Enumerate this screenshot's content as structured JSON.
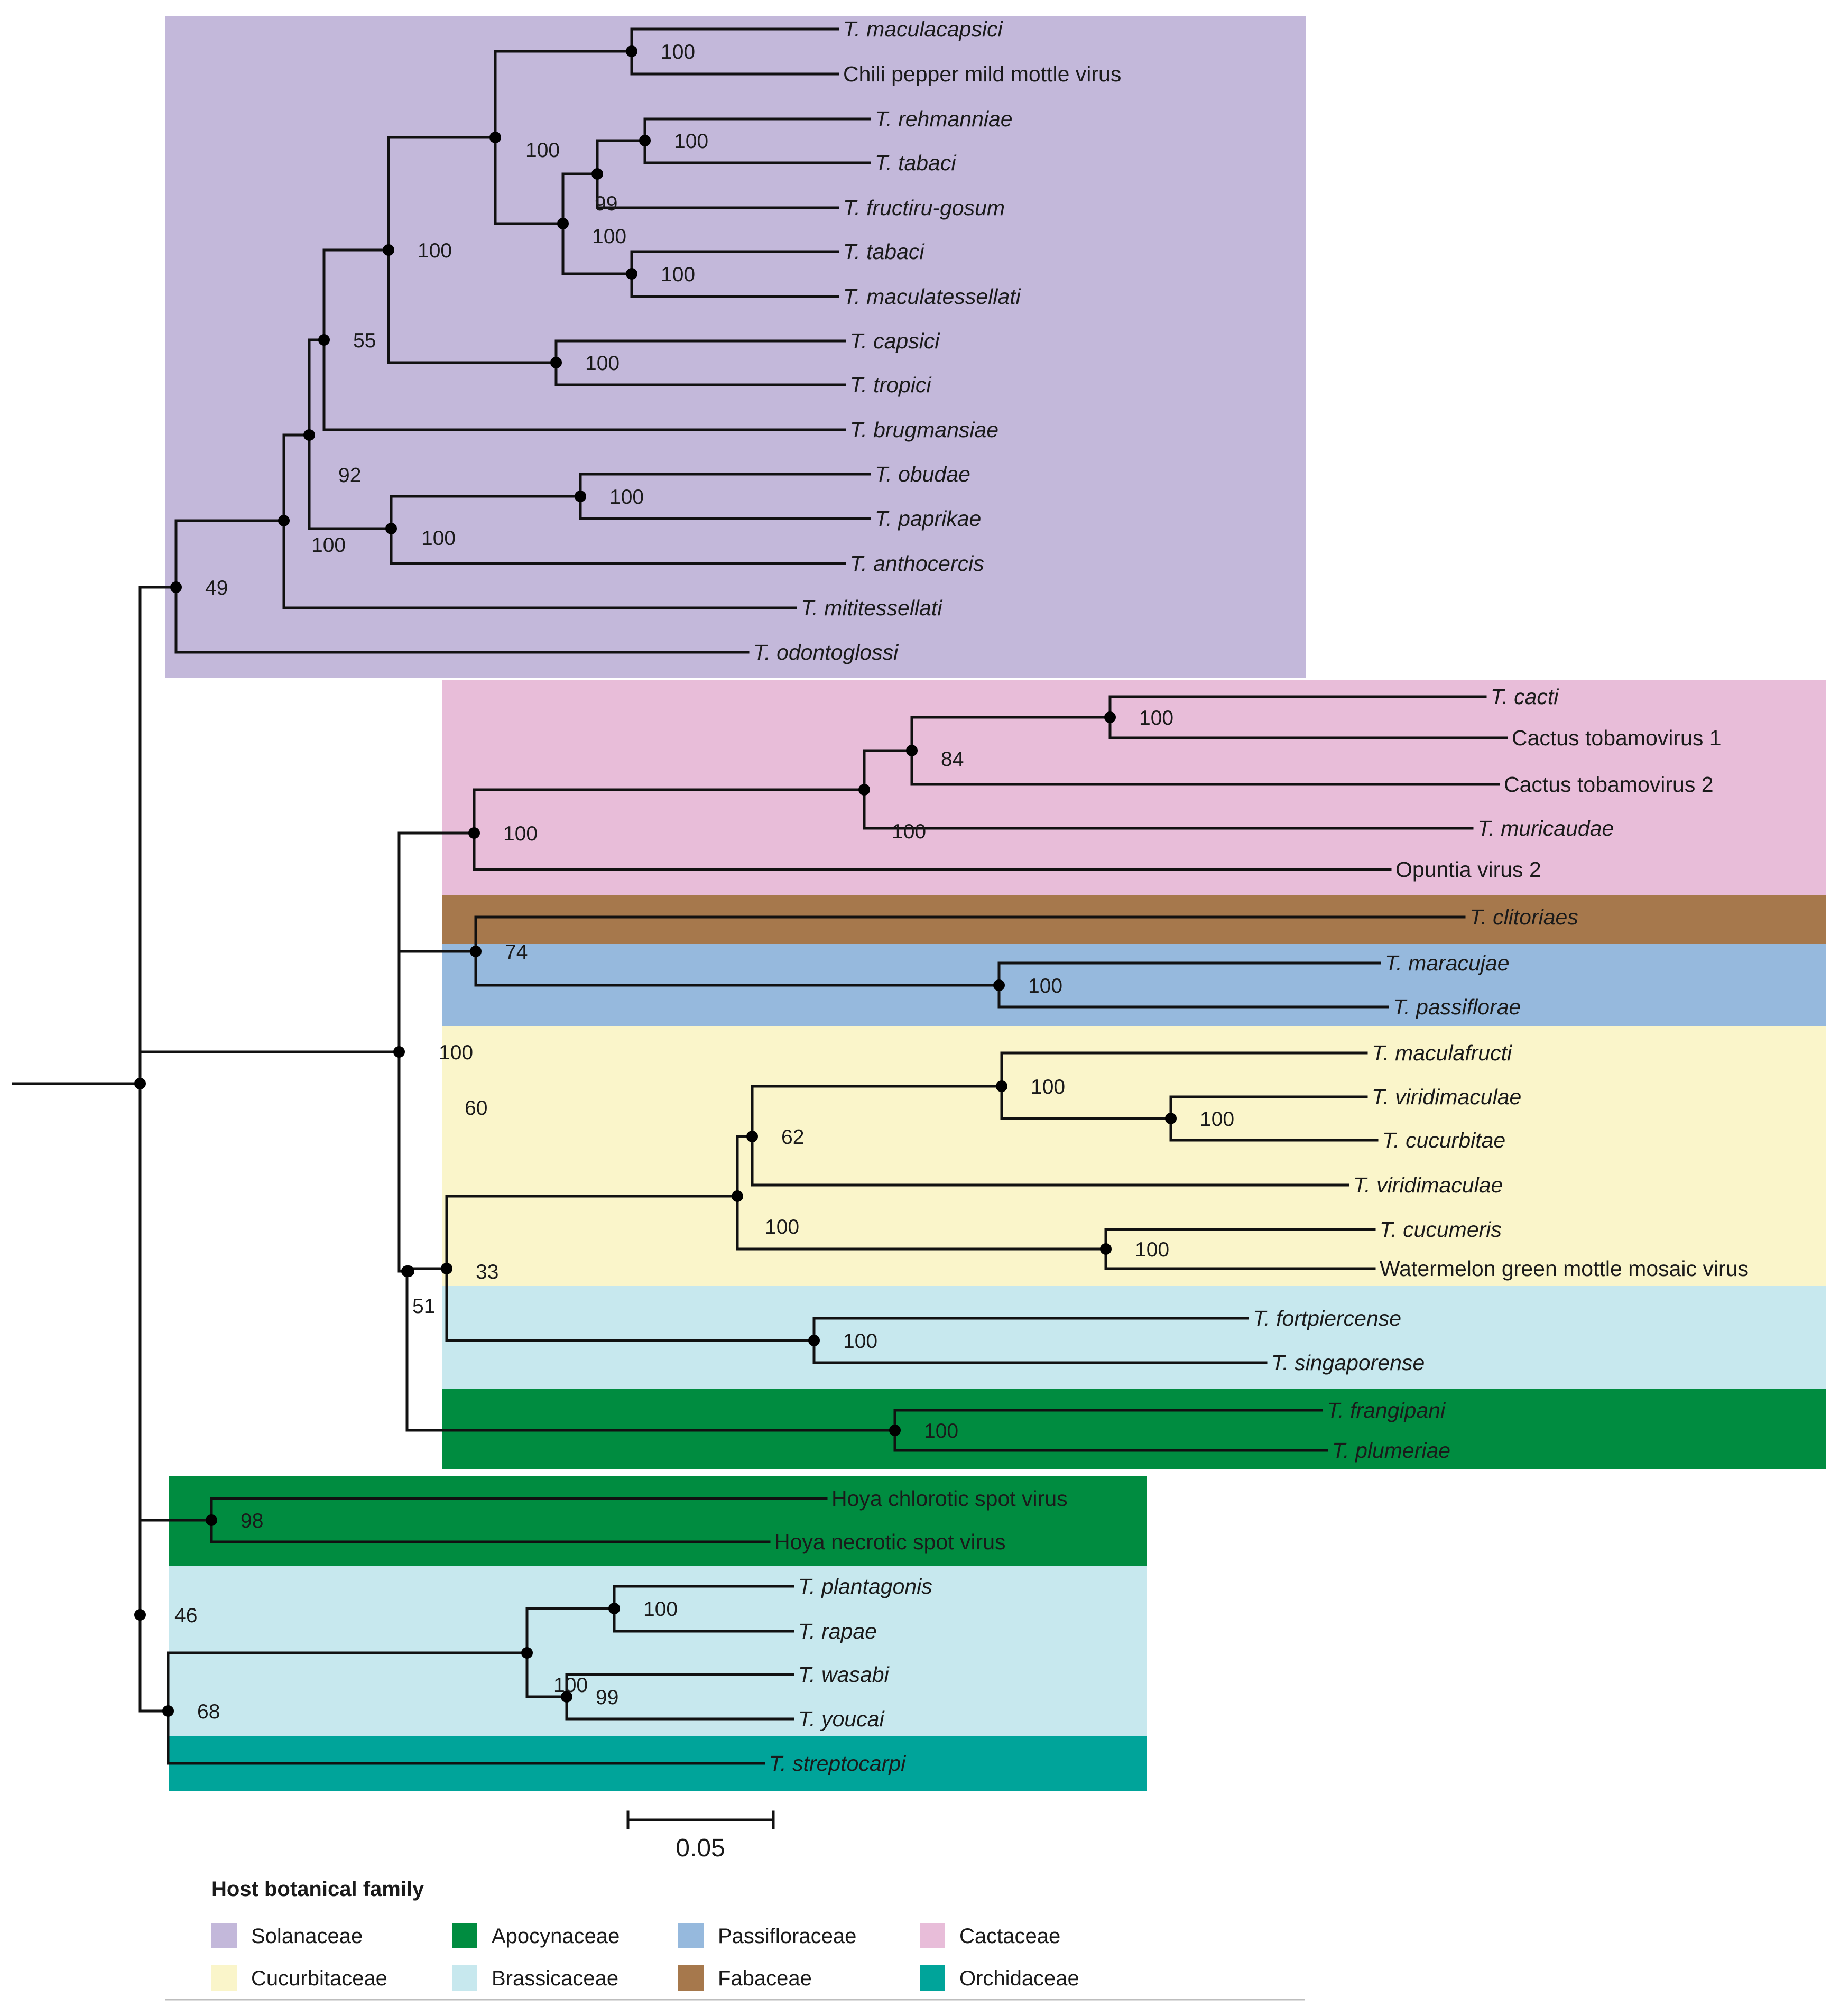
{
  "clades": [
    {
      "family": "Solanaceae"
    },
    {
      "family": "Cactaceae"
    },
    {
      "family": "Fabaceae"
    },
    {
      "family": "Passifloraceae"
    },
    {
      "family": "Cucurbitaceae"
    },
    {
      "family": "Brassicaceae"
    },
    {
      "family": "Apocynaceae"
    },
    {
      "family": "Apocynaceae"
    },
    {
      "family": "Brassicaceae"
    },
    {
      "family": "Orchidaceae"
    }
  ],
  "taxa": [
    {
      "id": "maculacapsici",
      "label": "T. maculacapsici",
      "italic": true
    },
    {
      "id": "chili",
      "label": "Chili pepper mild mottle virus",
      "italic": false
    },
    {
      "id": "rehmanniae",
      "label": "T. rehmanniae",
      "italic": true
    },
    {
      "id": "tabaci1",
      "label": "T. tabaci",
      "italic": true
    },
    {
      "id": "fructiru",
      "label": "T. fructiru-gosum",
      "italic": true
    },
    {
      "id": "tabaci2",
      "label": "T. tabaci",
      "italic": true
    },
    {
      "id": "maculatessellati",
      "label": "T. maculatessellati",
      "italic": true
    },
    {
      "id": "capsici",
      "label": "T. capsici",
      "italic": true
    },
    {
      "id": "tropici",
      "label": "T. tropici",
      "italic": true
    },
    {
      "id": "brugmansiae",
      "label": "T. brugmansiae",
      "italic": true
    },
    {
      "id": "obudae",
      "label": "T. obudae",
      "italic": true
    },
    {
      "id": "paprikae",
      "label": "T. paprikae",
      "italic": true
    },
    {
      "id": "anthocercis",
      "label": "T. anthocercis",
      "italic": true
    },
    {
      "id": "mititessellati",
      "label": "T. mititessellati",
      "italic": true
    },
    {
      "id": "odontoglossi",
      "label": "T. odontoglossi",
      "italic": true
    },
    {
      "id": "cacti",
      "label": "T. cacti",
      "italic": true
    },
    {
      "id": "cactus1",
      "label": "Cactus tobamovirus 1",
      "italic": false
    },
    {
      "id": "cactus2",
      "label": "Cactus tobamovirus 2",
      "italic": false
    },
    {
      "id": "muricaudae",
      "label": "T. muricaudae",
      "italic": true
    },
    {
      "id": "opuntia",
      "label": "Opuntia virus 2",
      "italic": false
    },
    {
      "id": "clitoriaes",
      "label": "T. clitoriaes",
      "italic": true
    },
    {
      "id": "maracujae",
      "label": "T. maracujae",
      "italic": true
    },
    {
      "id": "passiflorae",
      "label": "T. passiflorae",
      "italic": true
    },
    {
      "id": "maculafructi",
      "label": "T. maculafructi",
      "italic": true
    },
    {
      "id": "viridimaculae1",
      "label": "T. viridimaculae",
      "italic": true
    },
    {
      "id": "cucurbitae",
      "label": "T. cucurbitae",
      "italic": true
    },
    {
      "id": "viridimaculae2",
      "label": "T. viridimaculae",
      "italic": true
    },
    {
      "id": "cucumeris",
      "label": "T. cucumeris",
      "italic": true
    },
    {
      "id": "watermelon",
      "label": "Watermelon green mottle mosaic virus",
      "italic": false
    },
    {
      "id": "fortpiercense",
      "label": "T. fortpiercense",
      "italic": true
    },
    {
      "id": "singaporense",
      "label": "T. singaporense",
      "italic": true
    },
    {
      "id": "frangipani",
      "label": "T. frangipani",
      "italic": true
    },
    {
      "id": "plumeriae",
      "label": "T. plumeriae",
      "italic": true
    },
    {
      "id": "hoya_chlorotic",
      "label": "Hoya chlorotic spot virus",
      "italic": false
    },
    {
      "id": "hoya_necrotic",
      "label": "Hoya necrotic spot virus",
      "italic": false
    },
    {
      "id": "plantagonis",
      "label": "T. plantagonis",
      "italic": true
    },
    {
      "id": "rapae",
      "label": "T. rapae",
      "italic": true
    },
    {
      "id": "wasabi",
      "label": "T. wasabi",
      "italic": true
    },
    {
      "id": "youcai",
      "label": "T. youcai",
      "italic": true
    },
    {
      "id": "streptocarpi",
      "label": "T. streptocarpi",
      "italic": true
    }
  ],
  "support_values": [
    {
      "node": "n_macula",
      "value": "100"
    },
    {
      "node": "n_rehm_tab",
      "value": "100"
    },
    {
      "node": "n_rehm_fruct",
      "value": "99"
    },
    {
      "node": "n_tab_mtes",
      "value": "100"
    },
    {
      "node": "n_sol_inner",
      "value": "100"
    },
    {
      "node": "n_macula_sol",
      "value": "100"
    },
    {
      "node": "n_caps_trop",
      "value": "100"
    },
    {
      "node": "n_top_group",
      "value": "100"
    },
    {
      "node": "n_plus_brug",
      "value": "55"
    },
    {
      "node": "n_brug_ob",
      "value": "92"
    },
    {
      "node": "n_obud_pap",
      "value": "100"
    },
    {
      "node": "n_ob_anth",
      "value": "100"
    },
    {
      "node": "n_sol_mit",
      "value": "100"
    },
    {
      "node": "n_sol_root",
      "value": "49"
    },
    {
      "node": "n_cacti_ct1",
      "value": "100"
    },
    {
      "node": "n_cact_ct2",
      "value": "84"
    },
    {
      "node": "n_cact_mur",
      "value": "100"
    },
    {
      "node": "n_cact_root",
      "value": "100"
    },
    {
      "node": "n_fab_pass",
      "value": "74"
    },
    {
      "node": "n_mara_pass",
      "value": "100"
    },
    {
      "node": "n_middle",
      "value": "100"
    },
    {
      "node": "n_cuc_bras_fab",
      "value": "60"
    },
    {
      "node": "n_cuc_bras",
      "value": "33"
    },
    {
      "node": "n_with_apoc",
      "value": "51"
    },
    {
      "node": "n_macfr",
      "value": "100"
    },
    {
      "node": "n_viri_cucur",
      "value": "100"
    },
    {
      "node": "n_cuc_a",
      "value": "62"
    },
    {
      "node": "n_cuc_root",
      "value": "100"
    },
    {
      "node": "n_cucum_water",
      "value": "100"
    },
    {
      "node": "n_fort_sing",
      "value": "100"
    },
    {
      "node": "n_fran_plum",
      "value": "100"
    },
    {
      "node": "n_hoya",
      "value": "98"
    },
    {
      "node": "n_bottom",
      "value": "46"
    },
    {
      "node": "n_plant_rapae",
      "value": "100"
    },
    {
      "node": "n_bras",
      "value": "100"
    },
    {
      "node": "n_wasabi_youcai",
      "value": "99"
    },
    {
      "node": "n_bras_orch",
      "value": "68"
    }
  ],
  "scale_bar": {
    "label": "0.05",
    "length": 0.05
  },
  "legend": {
    "title": "Host botanical family",
    "items": [
      {
        "family": "Solanaceae",
        "label": "Solanaceae",
        "color": "#c3b8da"
      },
      {
        "family": "Apocynaceae",
        "label": "Apocynaceae",
        "color": "#008c40"
      },
      {
        "family": "Passifloraceae",
        "label": "Passifloraceae",
        "color": "#96b9dd"
      },
      {
        "family": "Cactaceae",
        "label": "Cactaceae",
        "color": "#e8bdd9"
      },
      {
        "family": "Cucurbitaceae",
        "label": "Cucurbitaceae",
        "color": "#faf5ca"
      },
      {
        "family": "Brassicaceae",
        "label": "Brassicaceae",
        "color": "#c7e8ee"
      },
      {
        "family": "Fabaceae",
        "label": "Fabaceae",
        "color": "#a6784c"
      },
      {
        "family": "Orchidaceae",
        "label": "Orchidaceae",
        "color": "#00a49a"
      }
    ]
  }
}
